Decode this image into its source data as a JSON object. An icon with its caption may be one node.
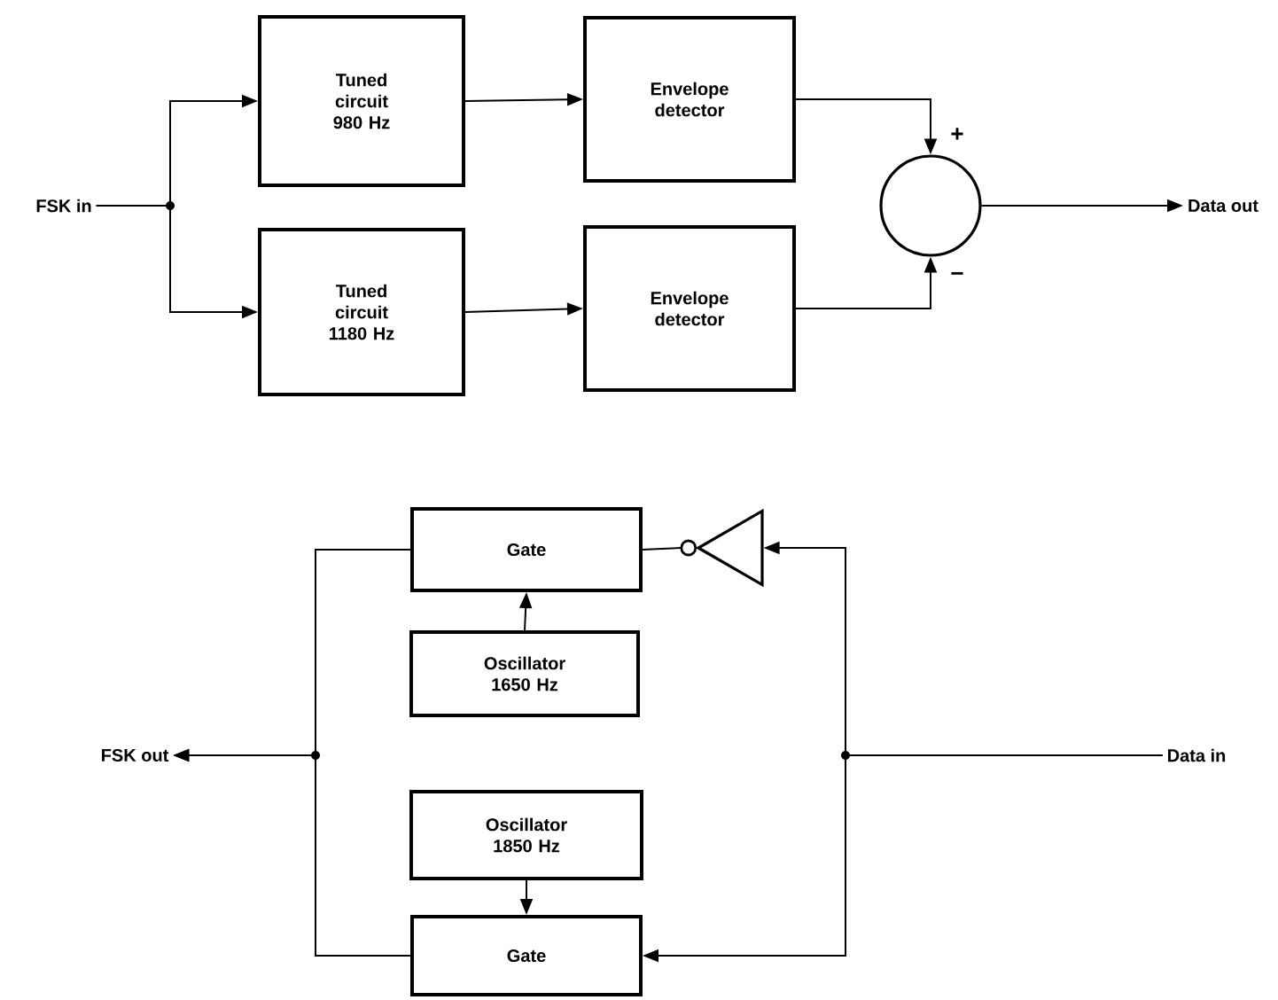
{
  "diagram": {
    "nodes": [
      {
        "text": [
          "FSK in"
        ]
      },
      {
        "text": [
          "Tuned circuit 980 Hz"
        ]
      },
      {
        "text": [
          "Envelope detector"
        ]
      },
      {
        "text": [
          "Tuned circuit 1180 Hz"
        ]
      },
      {
        "text": [
          "Envelope detector"
        ]
      },
      {
        "text": [],
        "shape": "circle"
      },
      {
        "text": [
          "Data out"
        ]
      },
      {
        "text": [
          "Gate"
        ]
      },
      {
        "text": [],
        "shape": "triangle"
      },
      {
        "text": [
          "Oscillator 1650 Hz"
        ]
      },
      {
        "text": [
          "FSK out"
        ]
      },
      {
        "text": [
          "Data in"
        ]
      },
      {
        "text": [
          "Oscillator 1850 Hz"
        ]
      },
      {
        "text": [
          "Gate"
        ]
      }
    ],
    "edges": [
      {
        "from": 0,
        "to": 1,
        "arrow": "to"
      },
      {
        "from": 0,
        "to": 3,
        "arrow": "to"
      },
      {
        "from": 1,
        "to": 2,
        "arrow": "to"
      },
      {
        "from": 3,
        "to": 4,
        "arrow": "to"
      },
      {
        "from": 2,
        "to": 5,
        "arrow": "to",
        "label": "+"
      },
      {
        "from": 4,
        "to": 5,
        "arrow": "to",
        "label": "−"
      },
      {
        "from": 5,
        "to": 6,
        "arrow": "to"
      },
      {
        "from": 11,
        "to": 8,
        "arrow": "to"
      },
      {
        "from": 11,
        "to": 13,
        "arrow": "to"
      },
      {
        "from": 8,
        "to": 7,
        "arrow": "none"
      },
      {
        "from": 9,
        "to": 7,
        "arrow": "to"
      },
      {
        "from": 12,
        "to": 13,
        "arrow": "to"
      },
      {
        "from": 7,
        "to": 10,
        "arrow": "to"
      },
      {
        "from": 13,
        "to": 10,
        "arrow": "to"
      }
    ]
  }
}
